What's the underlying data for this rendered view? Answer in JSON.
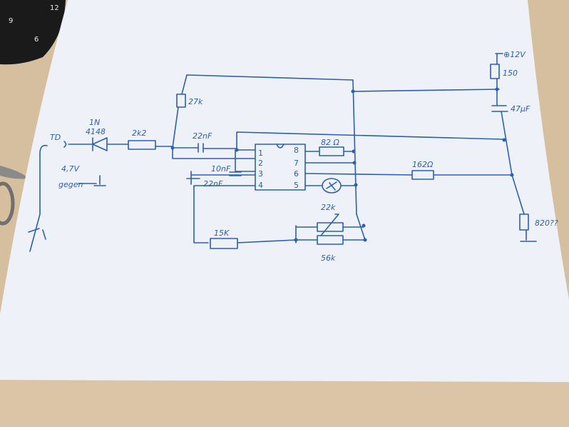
{
  "dial": {
    "numbers": [
      "9",
      "12",
      "6"
    ]
  },
  "schematic": {
    "input_label": "TD",
    "diode_label_line1": "1N",
    "diode_label_line2": "4148",
    "r_series": "2k2",
    "c_coupling": "22nF",
    "r_top": "27k",
    "c_pin3": "10nF",
    "c_pin4": "22nF",
    "r_pin8": "82 Ω",
    "trimmer": "22k",
    "r_56k": "56k",
    "r_15k": "15K",
    "supply": "⊕12V",
    "r_supply": "150",
    "c_supply": "47µF",
    "r_162": "162Ω",
    "r_820": "820??",
    "note_line1": "4,7V",
    "note_line2": "gegen",
    "ground_mark": "⊥",
    "ic_pins_left": [
      "1",
      "2",
      "3",
      "4"
    ],
    "ic_pins_right": [
      "8",
      "7",
      "6",
      "5"
    ]
  }
}
